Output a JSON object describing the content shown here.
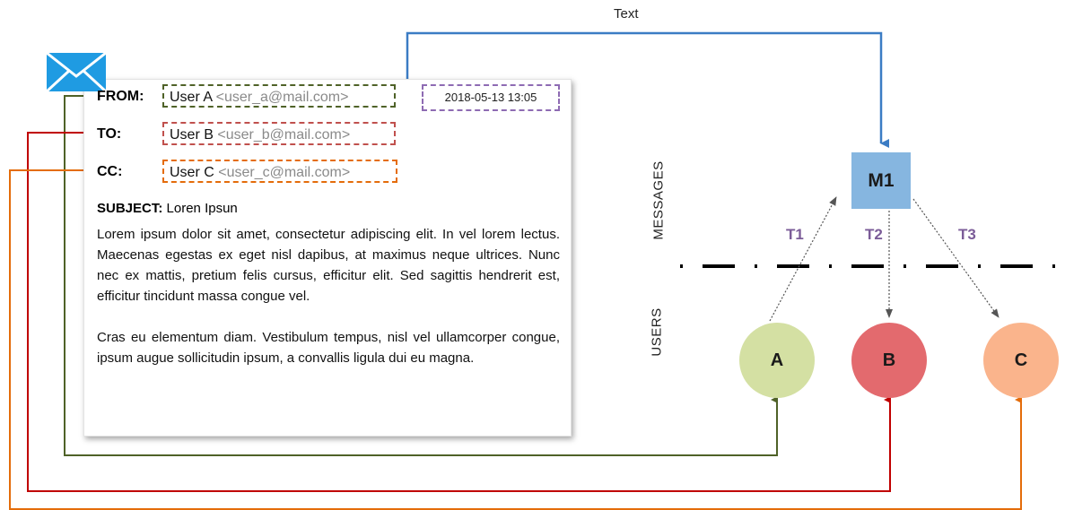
{
  "email": {
    "from_label": "FROM:",
    "to_label": "TO:",
    "cc_label": "CC:",
    "from_name": "User A",
    "from_mail": "<user_a@mail.com>",
    "to_name": "User B",
    "to_mail": "<user_b@mail.com>",
    "cc_name": "User C",
    "cc_mail": "<user_c@mail.com>",
    "date": "2018-05-13 13:05",
    "subject_label": "SUBJECT:",
    "subject": "Loren Ipsun",
    "paragraph1": "Lorem ipsum dolor sit amet, consectetur adipiscing elit. In vel lorem lectus. Maecenas egestas ex eget nisl dapibus, at maximus neque ultrices. Nunc nec ex mattis, pretium felis cursus, efficitur elit. Sed sagittis hendrerit est, efficitur tincidunt massa congue vel.",
    "paragraph2": "Cras eu elementum diam. Vestibulum tempus, nisl vel ullamcorper congue, ipsum augue sollicitudin ipsum, a convallis ligula dui eu magna."
  },
  "graph": {
    "text_edge_label": "Text",
    "messages_label": "MESSAGES",
    "users_label": "USERS",
    "message_node": "M1",
    "t1": "T1",
    "t2": "T2",
    "t3": "T3",
    "user_a": "A",
    "user_b": "B",
    "user_c": "C"
  },
  "colors": {
    "from": "#4f6228",
    "to": "#c0504d",
    "cc": "#e46c0a",
    "date": "#8e6bb3",
    "text_edge": "#3b7cc4",
    "node_a": "#d4e0a3",
    "node_b": "#e36a6e",
    "node_c": "#fab48c",
    "message_node": "#86b6e0",
    "envelope": "#1f9be2"
  },
  "icons": {
    "mail": "envelope-icon"
  }
}
